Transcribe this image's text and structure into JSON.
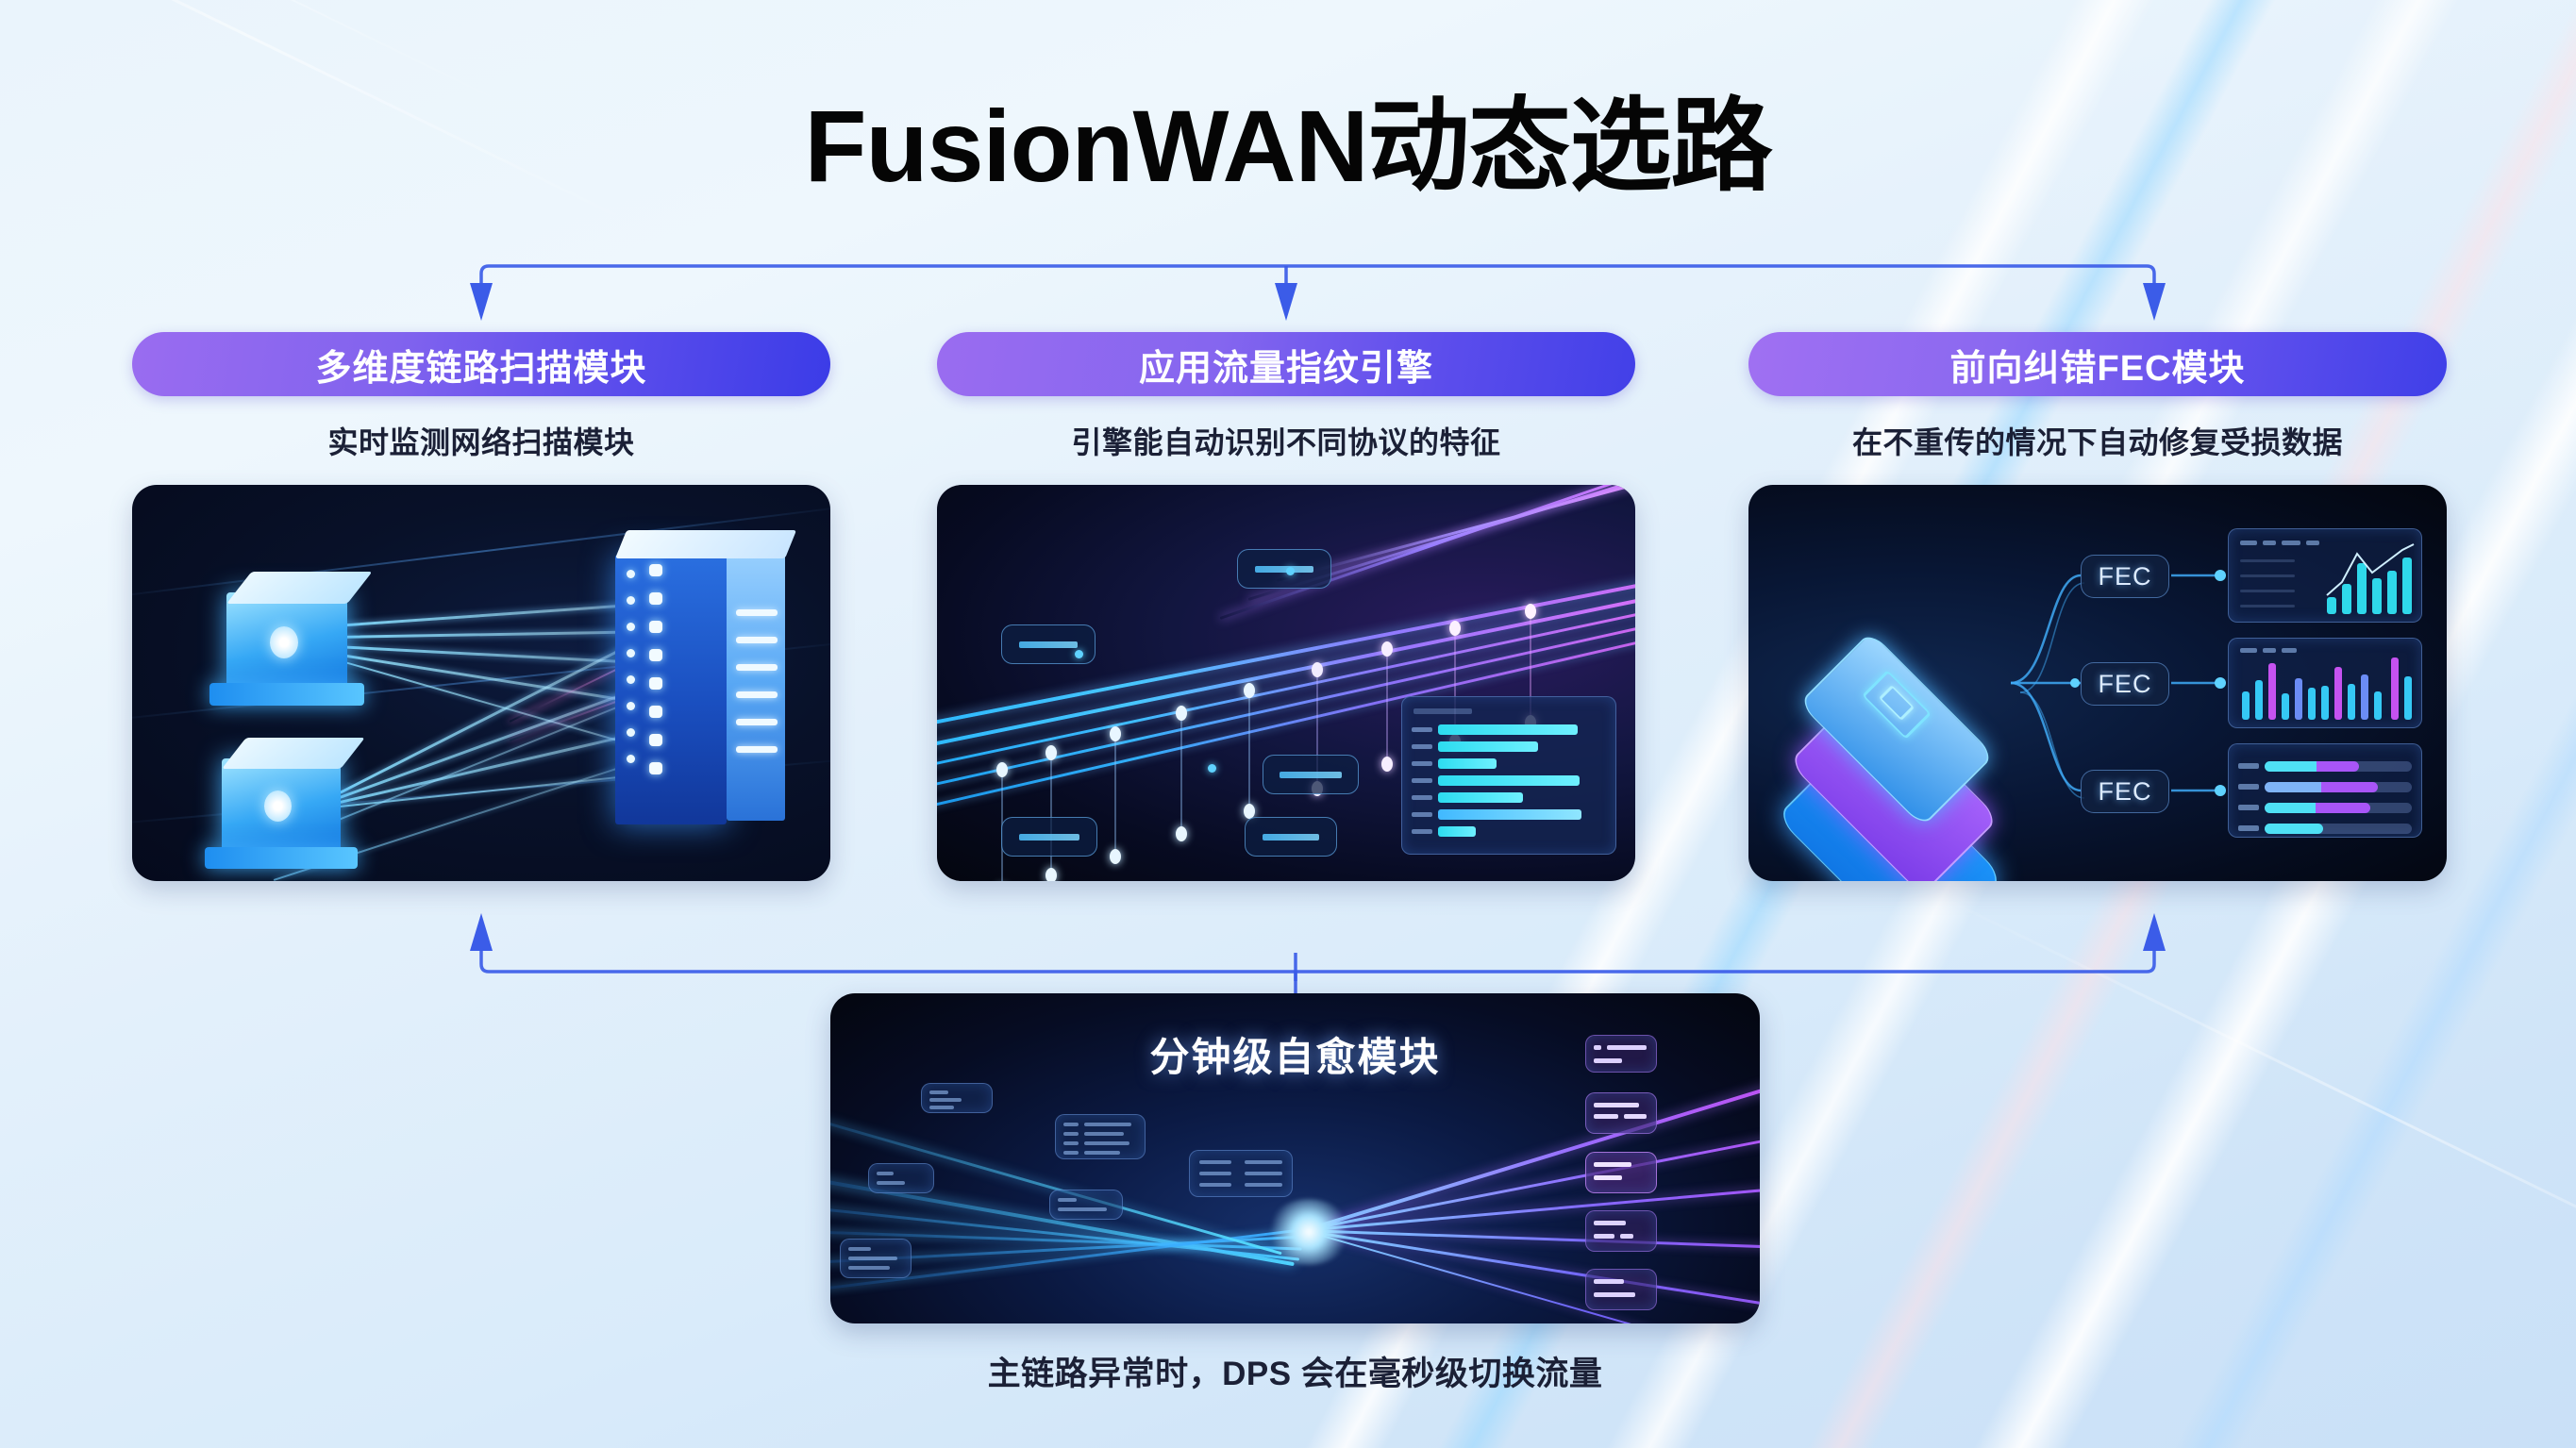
{
  "page": {
    "title": "FusionWAN动态选路",
    "background_top": "#eaf4fc",
    "background_bottom": "#c9e0f7",
    "connector_color": "#3b5ce8"
  },
  "columns": [
    {
      "id": "link-scan",
      "pill_label": "多维度链路扫描模块",
      "pill_gradient_from": "#9a6cf0",
      "pill_gradient_to": "#3b3ce7",
      "subtitle": "实时监测网络扫描模块",
      "illustration": "network-nodes-to-server-rack"
    },
    {
      "id": "traffic-fingerprint",
      "pill_label": "应用流量指纹引擎",
      "pill_gradient_from": "#9a6cf0",
      "pill_gradient_to": "#4240e8",
      "subtitle": "引擎能自动识别不同协议的特征",
      "illustration": "data-stream-with-callouts-and-bar-panel"
    },
    {
      "id": "fec",
      "pill_label": "前向纠错FEC模块",
      "pill_gradient_from": "#a070f2",
      "pill_gradient_to": "#3f3fe8",
      "subtitle": "在不重传的情况下自动修复受损数据",
      "illustration": "stacked-layers-to-fec-nodes",
      "fec_nodes": [
        "FEC",
        "FEC",
        "FEC"
      ]
    }
  ],
  "bottom": {
    "id": "self-healing",
    "title": "分钟级自愈模块",
    "caption": "主链路异常时，DPS 会在毫秒级切换流量",
    "illustration": "converging-light-beams-with-data-cards"
  },
  "icons": {
    "arrow_down": "arrow-down-icon",
    "arrow_up": "arrow-up-icon"
  }
}
